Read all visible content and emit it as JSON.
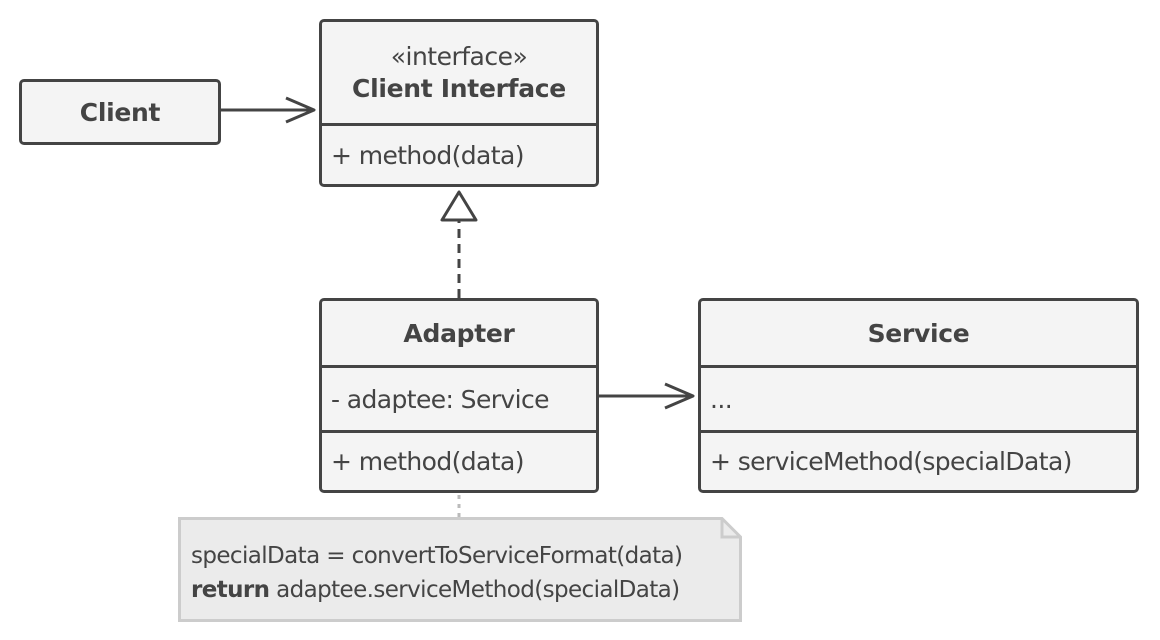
{
  "diagram": {
    "client": {
      "name": "Client"
    },
    "client_interface": {
      "stereotype": "«interface»",
      "name": "Client Interface",
      "methods": [
        "+ method(data)"
      ]
    },
    "adapter": {
      "name": "Adapter",
      "fields": [
        "- adaptee: Service"
      ],
      "methods": [
        "+ method(data)"
      ]
    },
    "service": {
      "name": "Service",
      "fields": [
        "..."
      ],
      "methods": [
        "+ serviceMethod(specialData)"
      ]
    },
    "note": {
      "line1": "specialData = convertToServiceFormat(data)",
      "line2_keyword": "return",
      "line2_rest": " adaptee.serviceMethod(specialData)"
    }
  },
  "colors": {
    "stroke": "#444444",
    "box_fill": "#f4f4f4",
    "note_fill": "#ebebeb",
    "note_stroke": "#cccccc"
  }
}
